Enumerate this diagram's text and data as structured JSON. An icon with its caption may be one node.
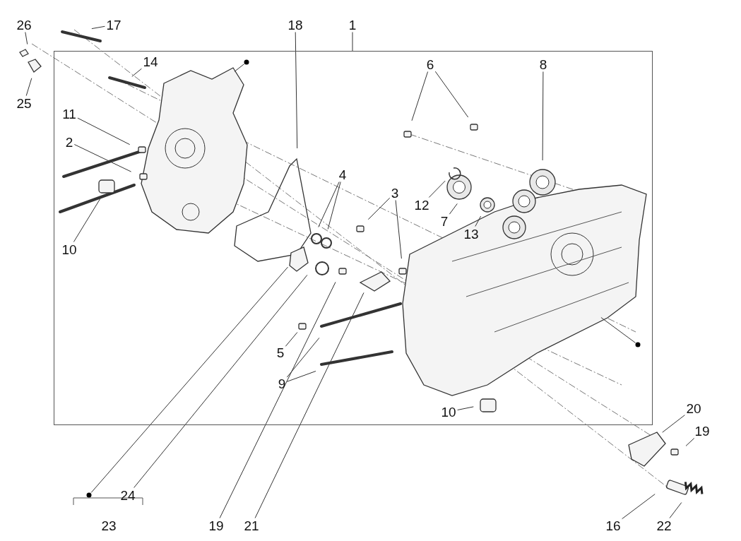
{
  "diagram": {
    "nodes": [
      {
        "text": [
          "26"
        ]
      },
      {
        "text": [
          "17"
        ]
      },
      {
        "text": [
          "18"
        ]
      },
      {
        "text": [
          "1"
        ]
      },
      {
        "text": [
          "25"
        ]
      },
      {
        "text": [],
        "shape": "box"
      },
      {
        "text": [],
        "shape": "circle",
        "in": 5
      },
      {
        "text": [
          "14"
        ],
        "in": 5
      },
      {
        "text": [
          "6"
        ],
        "in": 5
      },
      {
        "text": [
          "8"
        ],
        "in": 5
      },
      {
        "text": [
          "11"
        ],
        "in": 5
      },
      {
        "text": [
          "2"
        ],
        "in": 5
      },
      {
        "text": [
          "4"
        ],
        "in": 5
      },
      {
        "text": [
          "3"
        ],
        "in": 5
      },
      {
        "text": [
          "12"
        ],
        "in": 5
      },
      {
        "text": [
          "7"
        ],
        "in": 5
      },
      {
        "text": [
          "13"
        ],
        "in": 5
      },
      {
        "text": [
          "10"
        ],
        "in": 5
      },
      {
        "text": [],
        "shape": "circle",
        "in": 5
      },
      {
        "text": [
          "5"
        ],
        "in": 5
      },
      {
        "text": [
          "9"
        ],
        "in": 5
      },
      {
        "text": [
          "10"
        ],
        "in": 5
      },
      {
        "text": [
          "20"
        ]
      },
      {
        "text": [
          "19"
        ]
      },
      {
        "text": [],
        "shape": "circle"
      },
      {
        "text": [
          "24"
        ]
      },
      {
        "text": [
          "16"
        ]
      },
      {
        "text": [
          "22"
        ]
      },
      {
        "text": [
          "19"
        ]
      },
      {
        "text": [
          "21"
        ]
      }
    ],
    "edges": [
      {
        "from": 0,
        "to": null,
        "arrow": "none"
      },
      {
        "from": 1,
        "to": null,
        "arrow": "none"
      },
      {
        "from": 2,
        "to": null,
        "arrow": "none"
      },
      {
        "from": 3,
        "to": 5,
        "arrow": "none"
      },
      {
        "from": 4,
        "to": null,
        "arrow": "none"
      },
      {
        "from": 6,
        "to": null,
        "arrow": "none"
      },
      {
        "from": 7,
        "to": null,
        "arrow": "none"
      },
      {
        "from": 8,
        "to": null,
        "arrow": "none"
      },
      {
        "from": 8,
        "to": null,
        "arrow": "none"
      },
      {
        "from": 9,
        "to": null,
        "arrow": "none"
      },
      {
        "from": 10,
        "to": null,
        "arrow": "none"
      },
      {
        "from": 11,
        "to": null,
        "arrow": "none"
      },
      {
        "from": 12,
        "to": null,
        "arrow": "none"
      },
      {
        "from": 12,
        "to": null,
        "arrow": "none"
      },
      {
        "from": 13,
        "to": null,
        "arrow": "none"
      },
      {
        "from": 13,
        "to": null,
        "arrow": "none"
      },
      {
        "from": 14,
        "to": null,
        "arrow": "none"
      },
      {
        "from": 15,
        "to": null,
        "arrow": "none"
      },
      {
        "from": 16,
        "to": null,
        "arrow": "none"
      },
      {
        "from": 17,
        "to": null,
        "arrow": "none"
      },
      {
        "from": 18,
        "to": null,
        "arrow": "none"
      },
      {
        "from": 19,
        "to": null,
        "arrow": "none"
      },
      {
        "from": 20,
        "to": null,
        "arrow": "none"
      },
      {
        "from": 20,
        "to": null,
        "arrow": "none"
      },
      {
        "from": 21,
        "to": null,
        "arrow": "none"
      },
      {
        "from": 22,
        "to": null,
        "arrow": "none"
      },
      {
        "from": 23,
        "to": null,
        "arrow": "none"
      },
      {
        "from": 24,
        "to": null,
        "arrow": "none"
      },
      {
        "from": 25,
        "to": null,
        "arrow": "none"
      },
      {
        "from": 26,
        "to": null,
        "arrow": "none"
      },
      {
        "from": 27,
        "to": null,
        "arrow": "none"
      },
      {
        "from": 28,
        "to": null,
        "arrow": "none"
      },
      {
        "from": 29,
        "to": null,
        "arrow": "none"
      }
    ],
    "labels": [
      "23"
    ]
  }
}
